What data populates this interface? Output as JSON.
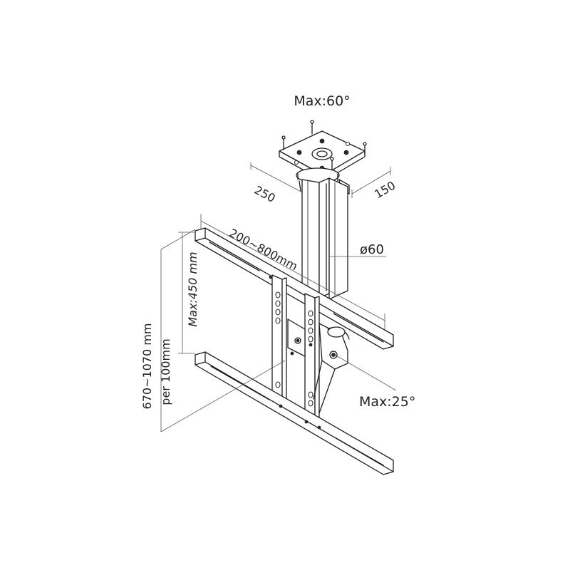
{
  "diagram": {
    "subject": "ceiling-tv-mount",
    "labels": {
      "tilt_top": "Max:60°",
      "plate_depth": "250",
      "plate_width": "150",
      "vesa_horizontal": "200~800mm",
      "pole_diameter": "ø60",
      "vesa_vertical": "Max:450 mm",
      "height_range": "670~1070 mm",
      "height_step": "per 100mm",
      "tilt_bottom": "Max:25°"
    }
  }
}
